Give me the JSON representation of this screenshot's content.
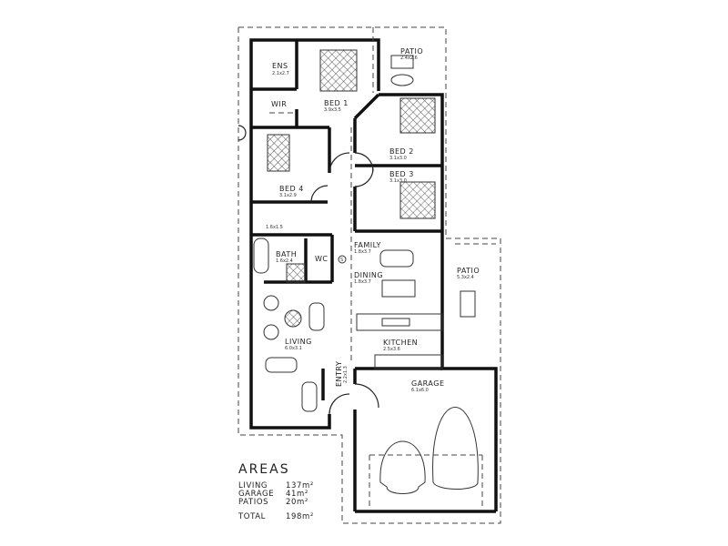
{
  "rooms": {
    "ens": {
      "name": "ENS",
      "size": "2.1x2.7"
    },
    "wir": {
      "name": "WIR"
    },
    "bed1": {
      "name": "BED 1",
      "size": "3.9x3.5"
    },
    "patio_top": {
      "name": "PATIO",
      "size": "2.4x2.6"
    },
    "bed2": {
      "name": "BED 2",
      "size": "3.1x3.0"
    },
    "bed3": {
      "name": "BED 3",
      "size": "3.1x3.0"
    },
    "bed4": {
      "name": "BED 4",
      "size": "3.1x2.9"
    },
    "ldry": {
      "size": "1.6x1.5"
    },
    "bath": {
      "name": "BATH",
      "size": "1.6x2.4"
    },
    "wc": {
      "name": "WC"
    },
    "family": {
      "name": "FAMILY",
      "size": "1.8x3.7"
    },
    "dining": {
      "name": "DINING",
      "size": "1.8x3.7"
    },
    "patio_side": {
      "name": "PATIO",
      "size": "5.3x2.4"
    },
    "living": {
      "name": "LIVING",
      "size": "6.0x3.1"
    },
    "kitchen": {
      "name": "KITCHEN",
      "size": "2.5x3.6"
    },
    "entry": {
      "name": "ENTRY",
      "size": "2.2x1.3"
    },
    "garage": {
      "name": "GARAGE",
      "size": "6.1x6.0"
    },
    "smoke_symbol": "S"
  },
  "areas": {
    "title": "AREAS",
    "rows": [
      {
        "label": "LIVING",
        "value": "137m²"
      },
      {
        "label": "GARAGE",
        "value": "41m²"
      },
      {
        "label": "PATIOS",
        "value": "20m²"
      }
    ],
    "total": {
      "label": "TOTAL",
      "value": "198m²"
    }
  }
}
